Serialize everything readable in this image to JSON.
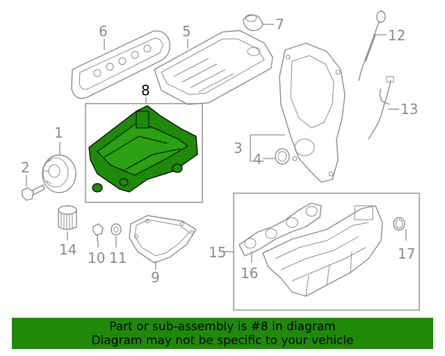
{
  "callouts": {
    "c1": "1",
    "c2": "2",
    "c3": "3",
    "c4": "4",
    "c5": "5",
    "c6": "6",
    "c7": "7",
    "c8": "8",
    "c9": "9",
    "c10": "10",
    "c11": "11",
    "c12": "12",
    "c13": "13",
    "c14": "14",
    "c15": "15",
    "c16": "16",
    "c17": "17"
  },
  "highlight": {
    "part_number": "8",
    "color": "#1f8a0a"
  },
  "banner": {
    "line1": "Part or sub-assembly is #8 in diagram",
    "line2": "Diagram may not be specific to your vehicle",
    "background": "#1f8a0a"
  }
}
